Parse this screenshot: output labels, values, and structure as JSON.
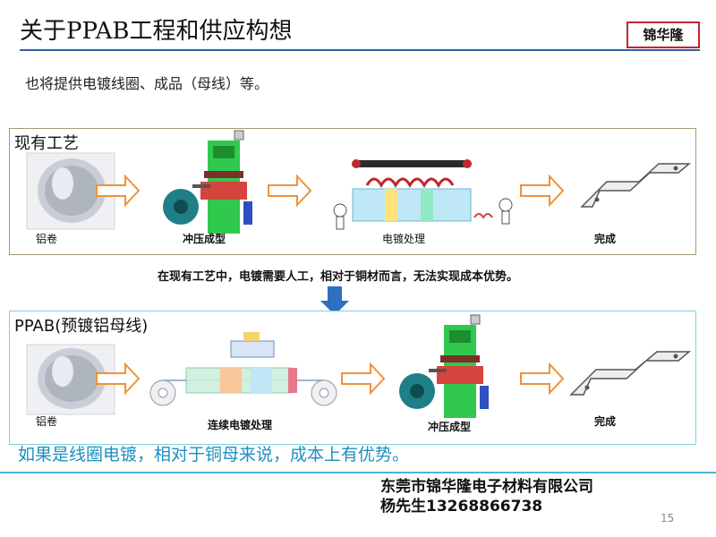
{
  "title": "关于PPAB工程和供应构想",
  "brand": "锦华隆",
  "subtitle": "也将提供电镀线圈、成品（母线）等。",
  "section1": {
    "label": "现有工艺",
    "steps": [
      "铝卷",
      "冲压成型",
      "电镀处理",
      "完成"
    ]
  },
  "note": "在现有工艺中，电镀需要人工，相对于铜材而言，无法实现成本优势。",
  "section2": {
    "label": "PPAB(预镀铝母线)",
    "steps": [
      "铝卷",
      "连续电镀处理",
      "冲压成型",
      "完成"
    ]
  },
  "conclusion": "如果是线圈电镀，相对于铜母来说，成本上有优势。",
  "contact": {
    "company": "东莞市锦华隆电子材料有限公司",
    "person": "杨先生13268866738"
  },
  "page_number": "15",
  "colors": {
    "title_rule": "#2e5fa3",
    "brand_border": "#c0272d",
    "arrow": "#f0913a",
    "conclusion_text": "#1f8fbf",
    "box1_border": "#a49a6e",
    "box2_border": "#7fd0e0",
    "down_arrow": "#2f6fc0"
  }
}
